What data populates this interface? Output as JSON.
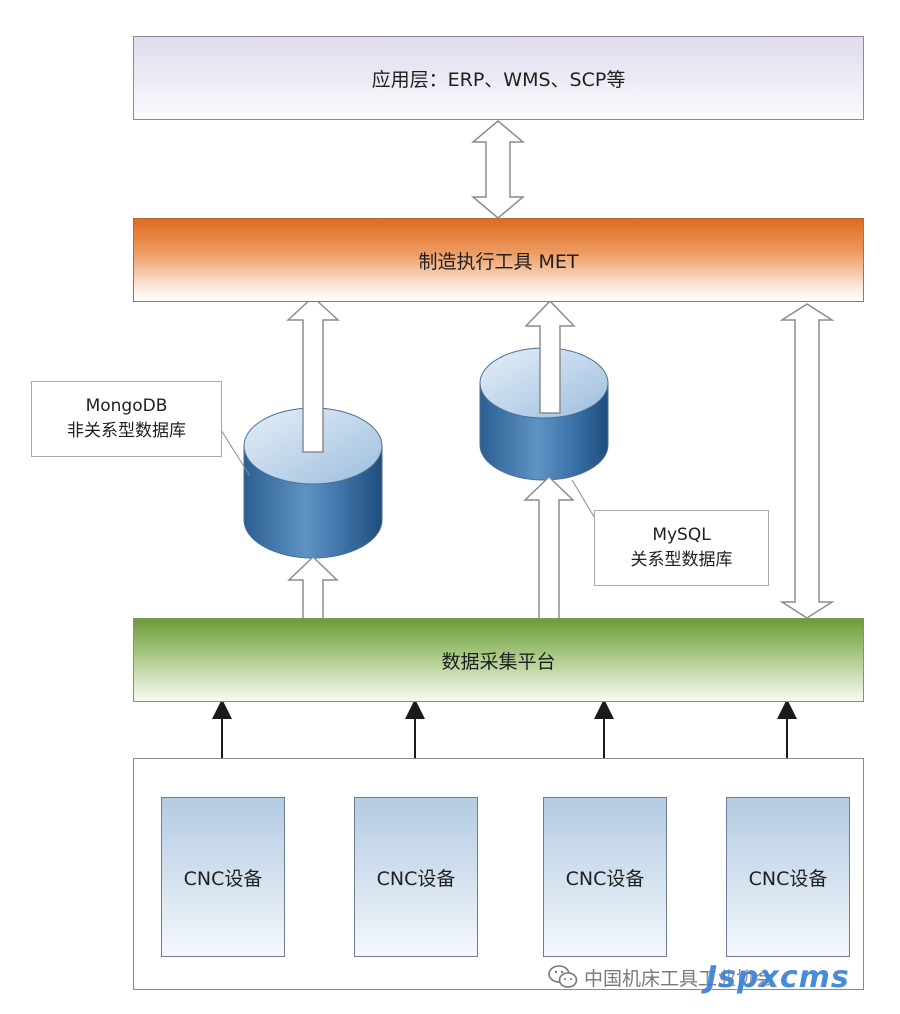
{
  "layers": {
    "application": "应用层：ERP、WMS、SCP等",
    "met": "制造执行工具 MET",
    "data_collection": "数据采集平台"
  },
  "databases": {
    "mongodb": {
      "line1": "MongoDB",
      "line2": "非关系型数据库"
    },
    "mysql": {
      "line1": "MySQL",
      "line2": "关系型数据库"
    }
  },
  "devices": [
    "CNC设备",
    "CNC设备",
    "CNC设备",
    "CNC设备"
  ],
  "watermark": {
    "text": "中国机床工具工业协会",
    "logo": "Jspxcms"
  },
  "colors": {
    "application_layer": "#e1dbee",
    "met_layer": "#e06a22",
    "data_layer": "#6e9b3a",
    "cylinder_top": "#bcd3e8",
    "cylinder_body": "#2f6aa3"
  }
}
